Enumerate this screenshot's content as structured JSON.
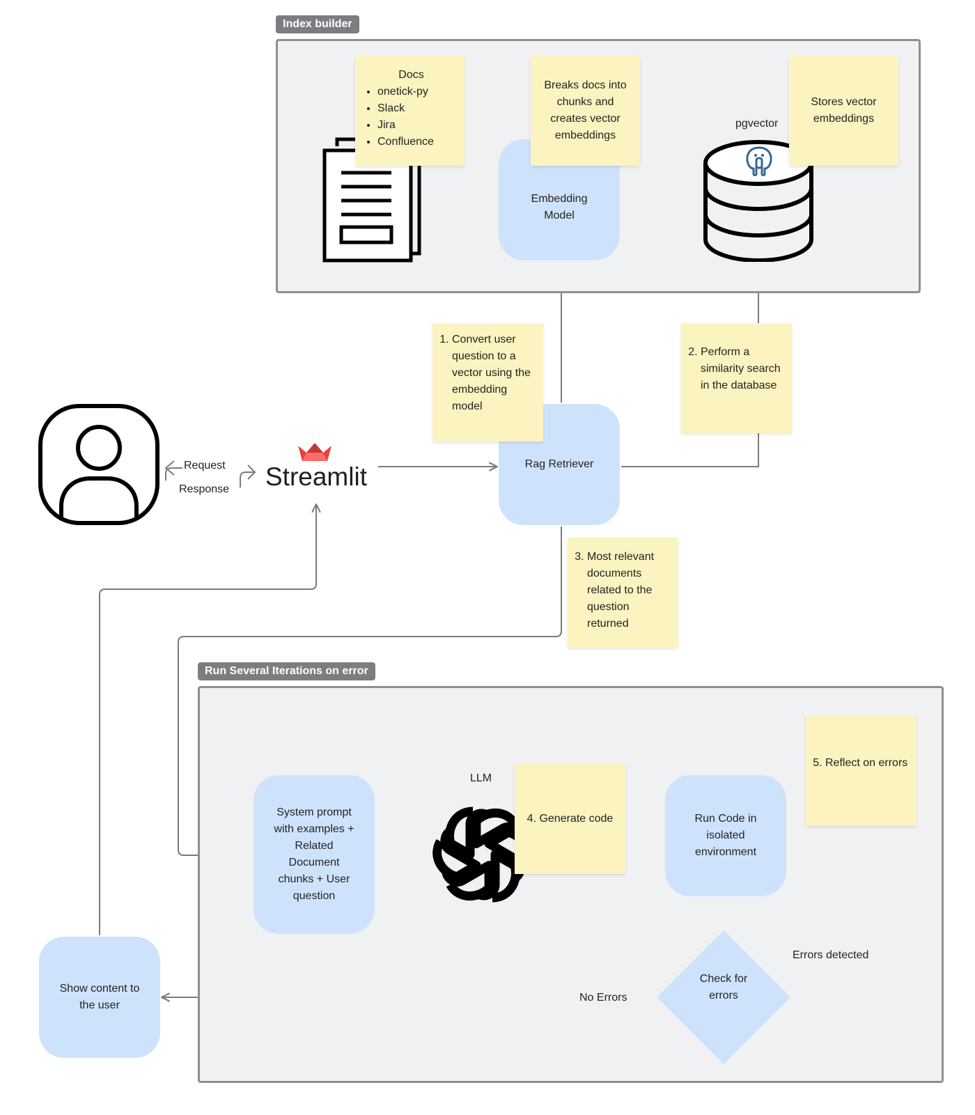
{
  "groups": {
    "index_builder": "Index builder",
    "iterations": "Run Several Iterations on error"
  },
  "notes": {
    "docs_title": "Docs",
    "docs_sources": [
      "onetick-py",
      "Slack",
      "Jira",
      "Confluence"
    ],
    "chunking": "Breaks docs into chunks and creates vector embeddings",
    "stores": "Stores vector embeddings",
    "step1": "Convert user question to a vector using the embedding model",
    "step2": "Perform a similarity search in the database",
    "step3": "Most relevant documents related to the question returned",
    "step4": "4. Generate code",
    "step5": "Reflect on errors"
  },
  "nodes": {
    "embedding_model": "Embedding Model",
    "rag_retriever": "Rag Retriever",
    "system_prompt": "System prompt with examples + Related Document chunks + User question",
    "run_code": "Run Code in isolated environment",
    "check_errors": "Check for errors",
    "show_content": "Show content to the user"
  },
  "labels": {
    "pgvector": "pgvector",
    "streamlit": "Streamlit",
    "llm": "LLM",
    "request": "Request",
    "response": "Response",
    "no_errors": "No Errors",
    "errors_detected": "Errors detected"
  },
  "icons": {
    "user": "user-avatar-icon",
    "documents": "document-stack-icon",
    "database": "database-cylinder-icon",
    "postgres": "postgres-elephant-icon",
    "streamlit": "streamlit-crown-icon",
    "openai": "openai-knot-icon"
  },
  "colors": {
    "note": "#fbf4c0",
    "node": "#cfe2fb",
    "group": "#f0f1f2",
    "wire": "#7a7a7a",
    "streamlit_red": "#e8403e",
    "postgres_blue": "#336791"
  }
}
